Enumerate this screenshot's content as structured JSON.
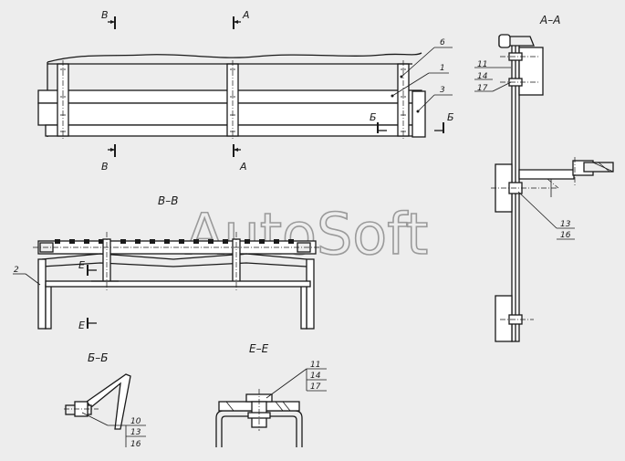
{
  "watermark": "AutoSoft",
  "sections": {
    "aa": "А–А",
    "vv": "В–В",
    "bb": "Б–Б",
    "ee": "Е–Е"
  },
  "cut_letters": {
    "v_top": "В",
    "a_top": "А",
    "v_bottom": "В",
    "a_bottom": "А",
    "b_left": "Б",
    "b_right": "Б",
    "e_top": "Е",
    "e_bottom": "Е"
  },
  "callouts": {
    "main_6": "6",
    "main_1": "1",
    "main_3": "3",
    "vv_2": "2",
    "aa_top": [
      "11",
      "14",
      "17"
    ],
    "aa_mid": [
      "13",
      "16"
    ],
    "bb": [
      "10",
      "13",
      "16"
    ],
    "ee": [
      "11",
      "14",
      "17"
    ]
  }
}
